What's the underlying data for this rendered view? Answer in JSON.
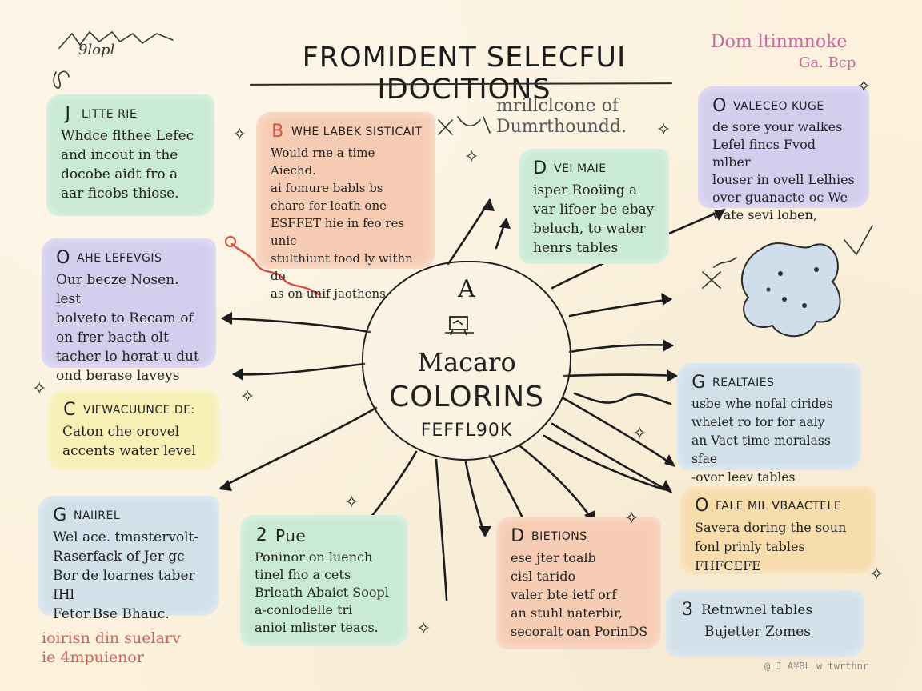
{
  "title": "FROMIDENT SELECFUI IDOCITIONS",
  "scribbles": {
    "top_left_line2": "9lopl",
    "top_right_line1": "Dom ltinmnoke",
    "top_right_line2": "Ga. Bcp",
    "mid_line1": "mrillclcone of",
    "mid_line2": "Dumrthoundd.",
    "bottom_left_line1": "ioirisn din suelarv",
    "bottom_left_line2": "ie  4mpuienor",
    "credit": "@ J A¥BL w twrthnr"
  },
  "hub": {
    "letter": "A",
    "line1": "Macaro",
    "line2": "COLORINS",
    "line3": "FEFFL90K"
  },
  "cards": {
    "c1": {
      "marker": "J",
      "heading": "LITTE RIE",
      "body": "Whdce flthee Lefec\nand incout in the\ndocobe aidt fro a\naar ficobs thiose."
    },
    "c2": {
      "marker": "B",
      "heading": "WHE LABEK SISTICAIT",
      "body": "Would rne a time Aiechd.\nai fomure babls bs\nchare for leath one\nESFFET hie in feo res unic\nstulthiunt food ly withn do\nas on unif jaothens"
    },
    "c3": {
      "marker": "D",
      "heading": "VEI MAIE",
      "body": "isper Rooiing a\nvar lifoer be ebay\nbeluch, to water\nhenrs tables"
    },
    "c4": {
      "marker": "O",
      "heading": "VALECEO KUGE",
      "body": "de sore your walkes\nLefel fincs Fvod mlber\nlouser in ovell Lelhies\nover guanacte oc We\nwate sevi loben,"
    },
    "c5": {
      "marker": "O",
      "heading": "AHE LEFEVGIS",
      "body": "Our becze Nosen. lest\nbolveto to Recam of\non frer bacth olt\ntacher lo horat u dut\nond berase laveys"
    },
    "c6": {
      "marker": "C",
      "heading": "VIFWACUUNCE DE:",
      "body": "Caton che orovel\naccents water level"
    },
    "c7": {
      "marker": "G",
      "heading": "REALTAIES",
      "body": "usbe whe nofal cirides\nwhelet ro for for aaly\nan Vact time moralass sfae\n-ovor leev tables"
    },
    "c8": {
      "marker": "G",
      "heading": "NAIIREL",
      "body": "Wel ace. tmastervolt-\nRaserfack of Jer gc\nBor de loarnes taber IHl\nFetor.Bse Bhauc."
    },
    "c9": {
      "marker": "2",
      "heading": "Pue",
      "body": "Poninor on luench\ntinel fho a cets\nBrleath Abaict Soopl\na-conlodelle tri\nanioi mlister teacs."
    },
    "c10": {
      "marker": "D",
      "heading": "BIETIONS",
      "body": "ese jter toalb\ncisl tarido\nvaler bte ietf orf\nan stuhl naterbir,\nsecoralt oan PorinDS"
    },
    "c11": {
      "marker": "O",
      "heading": "FALE MIL VBAACTELE",
      "body": "Savera doring the soun\nfonl prinly tables FHFCEFE"
    },
    "c12": {
      "marker": "3",
      "heading": "Retnwnel tables",
      "body": "Bujetter Zomes"
    }
  },
  "colors": {
    "paper": "#fbf1dd",
    "ink": "#1f1f1f",
    "mint": "#c9ead3",
    "peach": "#f6cdb4",
    "lavender": "#d3cdee",
    "yellow": "#f7efb4",
    "teal": "#cfe6dc",
    "blue": "#d2e0ea",
    "orange": "#f7dcac",
    "red_accent": "#d94c3c",
    "pink_accent": "#c46a9c"
  }
}
